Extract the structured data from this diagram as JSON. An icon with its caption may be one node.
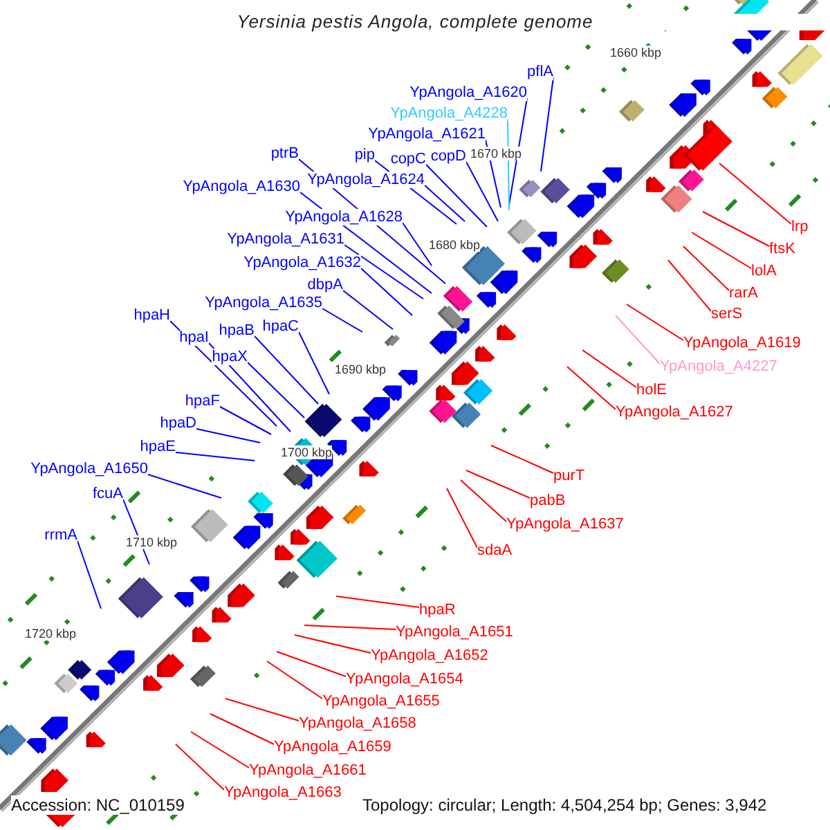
{
  "diagram": {
    "title": "Yersinia pestis Angola, complete genome",
    "nodes": [
      {
        "text": [
          "pflA"
        ]
      },
      {
        "text": [
          "YpAngola_A1620"
        ]
      },
      {
        "text": [
          "YpAngola_A4228"
        ]
      },
      {
        "text": [
          "YpAngola_A1621"
        ]
      },
      {
        "text": [
          "ptrB"
        ]
      },
      {
        "text": [
          "pip"
        ]
      },
      {
        "text": [
          "copC"
        ]
      },
      {
        "text": [
          "copD"
        ]
      },
      {
        "text": [
          "YpAngola_A1624"
        ]
      },
      {
        "text": [
          "YpAngola_A1630"
        ]
      },
      {
        "text": [
          "YpAngola_A1628"
        ]
      },
      {
        "text": [
          "YpAngola_A1631"
        ]
      },
      {
        "text": [
          "YpAngola_A1632"
        ]
      },
      {
        "text": [
          "dbpA"
        ]
      },
      {
        "text": [
          "YpAngola_A1635"
        ]
      },
      {
        "text": [
          "hpaH"
        ]
      },
      {
        "text": [
          "hpaB"
        ]
      },
      {
        "text": [
          "hpaC"
        ]
      },
      {
        "text": [
          "hpaI"
        ]
      },
      {
        "text": [
          "hpaX"
        ]
      },
      {
        "text": [
          "hpaF"
        ]
      },
      {
        "text": [
          "hpaD"
        ]
      },
      {
        "text": [
          "hpaE"
        ]
      },
      {
        "text": [
          "YpAngola_A1650"
        ]
      },
      {
        "text": [
          "fcuA"
        ]
      },
      {
        "text": [
          "rrmA"
        ]
      },
      {
        "text": [
          "lrp"
        ]
      },
      {
        "text": [
          "ftsK"
        ]
      },
      {
        "text": [
          "lolA"
        ]
      },
      {
        "text": [
          "rarA"
        ]
      },
      {
        "text": [
          "serS"
        ]
      },
      {
        "text": [
          "YpAngola_A1619"
        ]
      },
      {
        "text": [
          "YpAngola_A4227"
        ]
      },
      {
        "text": [
          "holE"
        ]
      },
      {
        "text": [
          "YpAngola_A1627"
        ]
      },
      {
        "text": [
          "purT"
        ]
      },
      {
        "text": [
          "pabB"
        ]
      },
      {
        "text": [
          "YpAngola_A1637"
        ]
      },
      {
        "text": [
          "sdaA"
        ]
      },
      {
        "text": [
          "hpaR"
        ]
      },
      {
        "text": [
          "YpAngola_A1651"
        ]
      },
      {
        "text": [
          "YpAngola_A1652"
        ]
      },
      {
        "text": [
          "YpAngola_A1654"
        ]
      },
      {
        "text": [
          "YpAngola_A1655"
        ]
      },
      {
        "text": [
          "YpAngola_A1658"
        ]
      },
      {
        "text": [
          "YpAngola_A1659"
        ]
      },
      {
        "text": [
          "YpAngola_A1661"
        ]
      },
      {
        "text": [
          "YpAngola_A1663"
        ]
      }
    ],
    "edges": [
      {
        "from": 0,
        "to": null,
        "arrow": "none"
      },
      {
        "from": 1,
        "to": null,
        "arrow": "none"
      },
      {
        "from": 2,
        "to": null,
        "arrow": "none",
        "color": "#33ccff"
      },
      {
        "from": 3,
        "to": null,
        "arrow": "none"
      },
      {
        "from": 4,
        "to": null,
        "arrow": "none"
      },
      {
        "from": 5,
        "to": null,
        "arrow": "none"
      },
      {
        "from": 6,
        "to": null,
        "arrow": "none"
      },
      {
        "from": 7,
        "to": null,
        "arrow": "none"
      },
      {
        "from": 8,
        "to": null,
        "arrow": "none"
      },
      {
        "from": 9,
        "to": null,
        "arrow": "none"
      },
      {
        "from": 10,
        "to": null,
        "arrow": "none"
      },
      {
        "from": 11,
        "to": null,
        "arrow": "none"
      },
      {
        "from": 12,
        "to": null,
        "arrow": "none"
      },
      {
        "from": 13,
        "to": null,
        "arrow": "none"
      },
      {
        "from": 14,
        "to": null,
        "arrow": "none"
      },
      {
        "from": 15,
        "to": null,
        "arrow": "none"
      },
      {
        "from": 16,
        "to": null,
        "arrow": "none"
      },
      {
        "from": 17,
        "to": null,
        "arrow": "none"
      },
      {
        "from": 18,
        "to": null,
        "arrow": "none"
      },
      {
        "from": 19,
        "to": null,
        "arrow": "none"
      },
      {
        "from": 20,
        "to": null,
        "arrow": "none"
      },
      {
        "from": 21,
        "to": null,
        "arrow": "none"
      },
      {
        "from": 22,
        "to": null,
        "arrow": "none"
      },
      {
        "from": 23,
        "to": null,
        "arrow": "none"
      },
      {
        "from": 24,
        "to": null,
        "arrow": "none"
      },
      {
        "from": 25,
        "to": null,
        "arrow": "none"
      },
      {
        "from": 26,
        "to": null,
        "arrow": "none",
        "color": "#ff0000"
      },
      {
        "from": 27,
        "to": null,
        "arrow": "none",
        "color": "#ff0000"
      },
      {
        "from": 28,
        "to": null,
        "arrow": "none",
        "color": "#ff0000"
      },
      {
        "from": 29,
        "to": null,
        "arrow": "none",
        "color": "#ff0000"
      },
      {
        "from": 30,
        "to": null,
        "arrow": "none",
        "color": "#ff0000"
      },
      {
        "from": 31,
        "to": null,
        "arrow": "none",
        "color": "#ff0000"
      },
      {
        "from": 32,
        "to": null,
        "arrow": "none",
        "color": "#ff99cc"
      },
      {
        "from": 33,
        "to": null,
        "arrow": "none",
        "color": "#ff0000"
      },
      {
        "from": 34,
        "to": null,
        "arrow": "none",
        "color": "#ff0000"
      },
      {
        "from": 35,
        "to": null,
        "arrow": "none",
        "color": "#ff0000"
      },
      {
        "from": 36,
        "to": null,
        "arrow": "none",
        "color": "#ff0000"
      },
      {
        "from": 37,
        "to": null,
        "arrow": "none",
        "color": "#ff0000"
      },
      {
        "from": 38,
        "to": null,
        "arrow": "none",
        "color": "#ff0000"
      },
      {
        "from": 39,
        "to": null,
        "arrow": "none",
        "color": "#ff0000"
      },
      {
        "from": 40,
        "to": null,
        "arrow": "none",
        "color": "#ff0000"
      },
      {
        "from": 41,
        "to": null,
        "arrow": "none",
        "color": "#ff0000"
      },
      {
        "from": 42,
        "to": null,
        "arrow": "none",
        "color": "#ff0000"
      },
      {
        "from": 43,
        "to": null,
        "arrow": "none",
        "color": "#ff0000"
      },
      {
        "from": 44,
        "to": null,
        "arrow": "none",
        "color": "#ff0000"
      },
      {
        "from": 45,
        "to": null,
        "arrow": "none",
        "color": "#ff0000"
      },
      {
        "from": 46,
        "to": null,
        "arrow": "none",
        "color": "#ff0000"
      },
      {
        "from": 47,
        "to": null,
        "arrow": "none",
        "color": "#ff0000"
      }
    ],
    "labels": [
      "1660 kbp",
      "1670 kbp",
      "1680 kbp",
      "1690 kbp",
      "1700 kbp",
      "1710 kbp",
      "1720 kbp",
      "Accession: NC_010159",
      "Topology: circular; Length: 4,504,254 bp; Genes: 3,942"
    ]
  }
}
